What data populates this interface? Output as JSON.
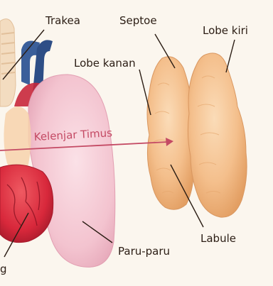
{
  "labels": {
    "trachea": "Trakea",
    "septum": "Septoe",
    "left_lobe": "Lobe kiri",
    "right_lobe": "Lobe kanan",
    "thymus_gland": "Kelenjar Timus",
    "lobule": "Labule",
    "lung": "Paru-paru",
    "heart_partial": "g"
  },
  "colors": {
    "background": "#fbf6ee",
    "thymus": "#f4bf8c",
    "thymus_shade": "#e6a66d",
    "lung": "#f3c3cf",
    "lung_shade": "#e8a7b9",
    "heart": "#d8283b",
    "vessel_blue": "#3b5f9a",
    "vessel_red": "#c8283b",
    "arrow": "#c44a64",
    "leader_line": "#2b1d14"
  }
}
